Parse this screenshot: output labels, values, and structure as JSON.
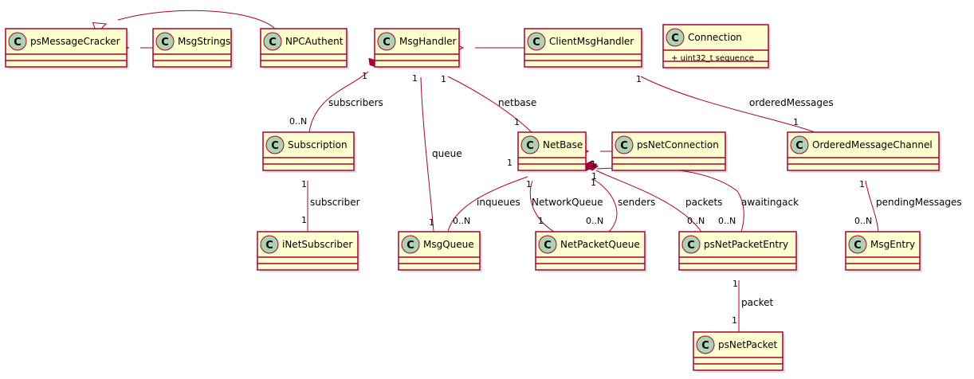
{
  "classes": [
    {
      "id": "psMessageCracker",
      "name": "psMessageCracker",
      "stereotype": "C",
      "attributes": []
    },
    {
      "id": "MsgStrings",
      "name": "MsgStrings",
      "stereotype": "C",
      "attributes": []
    },
    {
      "id": "NPCAuthent",
      "name": "NPCAuthent",
      "stereotype": "C",
      "attributes": []
    },
    {
      "id": "MsgHandler",
      "name": "MsgHandler",
      "stereotype": "C",
      "attributes": []
    },
    {
      "id": "ClientMsgHandler",
      "name": "ClientMsgHandler",
      "stereotype": "C",
      "attributes": []
    },
    {
      "id": "Connection",
      "name": "Connection",
      "stereotype": "C",
      "attributes": [
        "uint32_t sequence"
      ]
    },
    {
      "id": "Subscription",
      "name": "Subscription",
      "stereotype": "C",
      "attributes": []
    },
    {
      "id": "NetBase",
      "name": "NetBase",
      "stereotype": "C",
      "attributes": []
    },
    {
      "id": "psNetConnection",
      "name": "psNetConnection",
      "stereotype": "C",
      "attributes": []
    },
    {
      "id": "OrderedMessageChannel",
      "name": "OrderedMessageChannel",
      "stereotype": "C",
      "attributes": []
    },
    {
      "id": "iNetSubscriber",
      "name": "iNetSubscriber",
      "stereotype": "C",
      "attributes": []
    },
    {
      "id": "MsgQueue",
      "name": "MsgQueue",
      "stereotype": "C",
      "attributes": []
    },
    {
      "id": "NetPacketQueue",
      "name": "NetPacketQueue",
      "stereotype": "C",
      "attributes": []
    },
    {
      "id": "psNetPacketEntry",
      "name": "psNetPacketEntry",
      "stereotype": "C",
      "attributes": []
    },
    {
      "id": "MsgEntry",
      "name": "MsgEntry",
      "stereotype": "C",
      "attributes": []
    },
    {
      "id": "psNetPacket",
      "name": "psNetPacket",
      "stereotype": "C",
      "attributes": []
    }
  ],
  "relations": [
    {
      "id": "r-npcauthent-cracker",
      "kind": "inheritance",
      "from": "NPCAuthent",
      "to": "psMessageCracker",
      "label": "",
      "from_mult": "",
      "to_mult": ""
    },
    {
      "id": "r-msgstrings-cracker",
      "kind": "inheritance",
      "from": "MsgStrings",
      "to": "psMessageCracker",
      "label": "",
      "from_mult": "",
      "to_mult": ""
    },
    {
      "id": "r-client-msghandler",
      "kind": "inheritance",
      "from": "ClientMsgHandler",
      "to": "MsgHandler",
      "label": "",
      "from_mult": "",
      "to_mult": ""
    },
    {
      "id": "r-psnetconn-netbase",
      "kind": "inheritance",
      "from": "psNetConnection",
      "to": "NetBase",
      "label": "",
      "from_mult": "",
      "to_mult": ""
    },
    {
      "id": "r-subscribers",
      "kind": "composition",
      "from": "MsgHandler",
      "to": "Subscription",
      "label": "subscribers",
      "from_mult": "1",
      "to_mult": "0..N"
    },
    {
      "id": "r-queue",
      "kind": "composition",
      "from": "MsgHandler",
      "to": "MsgQueue",
      "label": "queue",
      "from_mult": "1",
      "to_mult": "1"
    },
    {
      "id": "r-netbase",
      "kind": "composition",
      "from": "MsgHandler",
      "to": "NetBase",
      "label": "netbase",
      "from_mult": "1",
      "to_mult": "1"
    },
    {
      "id": "r-orderedmessages",
      "kind": "composition",
      "from": "ClientMsgHandler",
      "to": "OrderedMessageChannel",
      "label": "orderedMessages",
      "from_mult": "1",
      "to_mult": "1"
    },
    {
      "id": "r-subscriber",
      "kind": "composition",
      "from": "Subscription",
      "to": "iNetSubscriber",
      "label": "subscriber",
      "from_mult": "1",
      "to_mult": "1"
    },
    {
      "id": "r-inqueues",
      "kind": "composition",
      "from": "NetBase",
      "to": "MsgQueue",
      "label": "inqueues",
      "from_mult": "1",
      "to_mult": "0..N"
    },
    {
      "id": "r-networkqueue",
      "kind": "composition",
      "from": "NetBase",
      "to": "NetPacketQueue",
      "label": "NetworkQueue",
      "from_mult": "1",
      "to_mult": "1"
    },
    {
      "id": "r-senders",
      "kind": "composition",
      "from": "NetBase",
      "to": "NetPacketQueue",
      "label": "senders",
      "from_mult": "1",
      "to_mult": "0..N"
    },
    {
      "id": "r-packets",
      "kind": "composition",
      "from": "NetBase",
      "to": "psNetPacketEntry",
      "label": "packets",
      "from_mult": "1",
      "to_mult": "0..N"
    },
    {
      "id": "r-awaitingack",
      "kind": "composition",
      "from": "NetBase",
      "to": "psNetPacketEntry",
      "label": "awaitingack",
      "from_mult": "1",
      "to_mult": "0..N"
    },
    {
      "id": "r-pendingmessages",
      "kind": "composition",
      "from": "OrderedMessageChannel",
      "to": "MsgEntry",
      "label": "pendingMessages",
      "from_mult": "1",
      "to_mult": "0..N"
    },
    {
      "id": "r-packet",
      "kind": "composition",
      "from": "psNetPacketEntry",
      "to": "psNetPacket",
      "label": "packet",
      "from_mult": "1",
      "to_mult": "1"
    }
  ]
}
